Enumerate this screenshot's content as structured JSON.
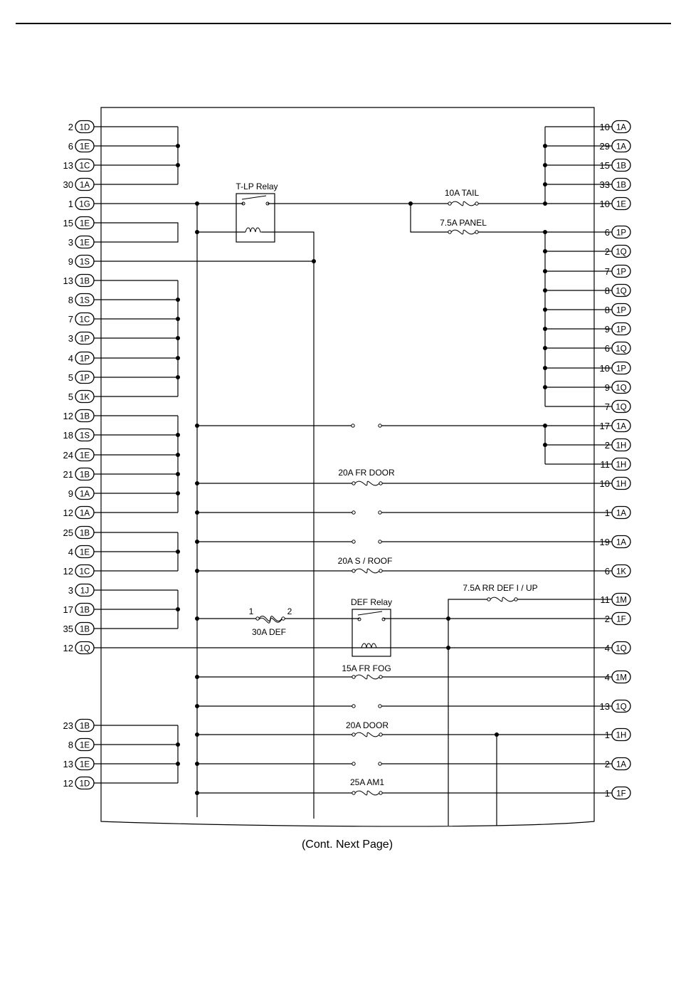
{
  "diagram": {
    "left_connectors": [
      {
        "pin": "2",
        "connector": "1D"
      },
      {
        "pin": "6",
        "connector": "1E"
      },
      {
        "pin": "13",
        "connector": "1C"
      },
      {
        "pin": "30",
        "connector": "1A"
      },
      {
        "pin": "1",
        "connector": "1G"
      },
      {
        "pin": "15",
        "connector": "1E"
      },
      {
        "pin": "3",
        "connector": "1E"
      },
      {
        "pin": "9",
        "connector": "1S"
      },
      {
        "pin": "13",
        "connector": "1B"
      },
      {
        "pin": "8",
        "connector": "1S"
      },
      {
        "pin": "7",
        "connector": "1C"
      },
      {
        "pin": "3",
        "connector": "1P"
      },
      {
        "pin": "4",
        "connector": "1P"
      },
      {
        "pin": "5",
        "connector": "1P"
      },
      {
        "pin": "5",
        "connector": "1K"
      },
      {
        "pin": "12",
        "connector": "1B"
      },
      {
        "pin": "18",
        "connector": "1S"
      },
      {
        "pin": "24",
        "connector": "1E"
      },
      {
        "pin": "21",
        "connector": "1B"
      },
      {
        "pin": "9",
        "connector": "1A"
      },
      {
        "pin": "12",
        "connector": "1A"
      },
      {
        "pin": "25",
        "connector": "1B"
      },
      {
        "pin": "4",
        "connector": "1E"
      },
      {
        "pin": "12",
        "connector": "1C"
      },
      {
        "pin": "3",
        "connector": "1J"
      },
      {
        "pin": "17",
        "connector": "1B"
      },
      {
        "pin": "35",
        "connector": "1B"
      },
      {
        "pin": "12",
        "connector": "1Q"
      },
      {
        "pin": "23",
        "connector": "1B"
      },
      {
        "pin": "8",
        "connector": "1E"
      },
      {
        "pin": "13",
        "connector": "1E"
      },
      {
        "pin": "12",
        "connector": "1D"
      }
    ],
    "right_connectors": [
      {
        "pin": "10",
        "connector": "1A"
      },
      {
        "pin": "29",
        "connector": "1A"
      },
      {
        "pin": "15",
        "connector": "1B"
      },
      {
        "pin": "33",
        "connector": "1B"
      },
      {
        "pin": "10",
        "connector": "1E"
      },
      {
        "pin": "6",
        "connector": "1P"
      },
      {
        "pin": "2",
        "connector": "1Q"
      },
      {
        "pin": "7",
        "connector": "1P"
      },
      {
        "pin": "8",
        "connector": "1Q"
      },
      {
        "pin": "8",
        "connector": "1P"
      },
      {
        "pin": "9",
        "connector": "1P"
      },
      {
        "pin": "6",
        "connector": "1Q"
      },
      {
        "pin": "10",
        "connector": "1P"
      },
      {
        "pin": "9",
        "connector": "1Q"
      },
      {
        "pin": "7",
        "connector": "1Q"
      },
      {
        "pin": "17",
        "connector": "1A"
      },
      {
        "pin": "2",
        "connector": "1H"
      },
      {
        "pin": "11",
        "connector": "1H"
      },
      {
        "pin": "10",
        "connector": "1H"
      },
      {
        "pin": "1",
        "connector": "1A"
      },
      {
        "pin": "19",
        "connector": "1A"
      },
      {
        "pin": "6",
        "connector": "1K"
      },
      {
        "pin": "11",
        "connector": "1M"
      },
      {
        "pin": "2",
        "connector": "1F"
      },
      {
        "pin": "4",
        "connector": "1Q"
      },
      {
        "pin": "4",
        "connector": "1M"
      },
      {
        "pin": "13",
        "connector": "1Q"
      },
      {
        "pin": "1",
        "connector": "1H"
      },
      {
        "pin": "2",
        "connector": "1A"
      },
      {
        "pin": "1",
        "connector": "1F"
      }
    ],
    "relays": {
      "tlp": "T-LP Relay",
      "def": "DEF Relay"
    },
    "fuses": {
      "tail": "10A TAIL",
      "panel": "7.5A PANEL",
      "fr_door": "20A FR DOOR",
      "s_roof": "20A S / ROOF",
      "rr_def": "7.5A RR DEF I / UP",
      "def": "30A DEF",
      "def_pin1": "1",
      "def_pin2": "2",
      "fr_fog": "15A FR FOG",
      "door": "20A DOOR",
      "am1": "25A AM1"
    },
    "footer": "(Cont. Next Page)"
  }
}
